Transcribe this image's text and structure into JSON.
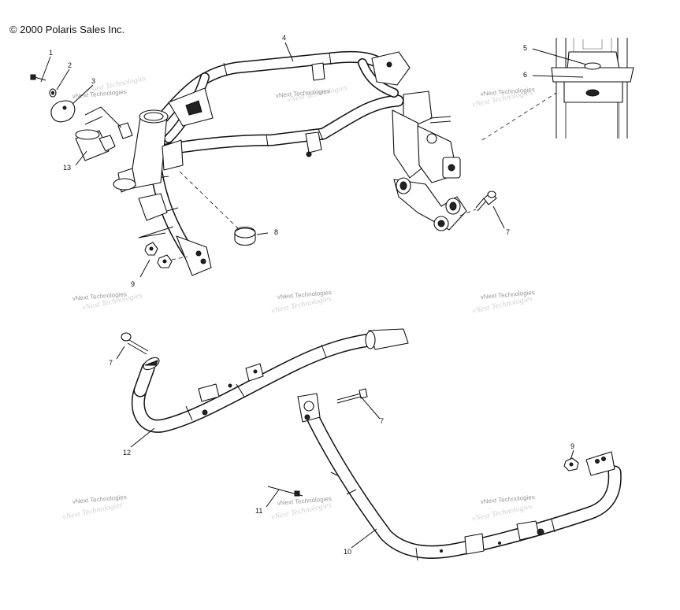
{
  "copyright": "© 2000 Polaris Sales Inc.",
  "watermark": "vNext Technologies",
  "callouts": [
    "1",
    "2",
    "3",
    "4",
    "5",
    "6",
    "7",
    "8",
    "9",
    "10",
    "11",
    "12",
    "13"
  ]
}
